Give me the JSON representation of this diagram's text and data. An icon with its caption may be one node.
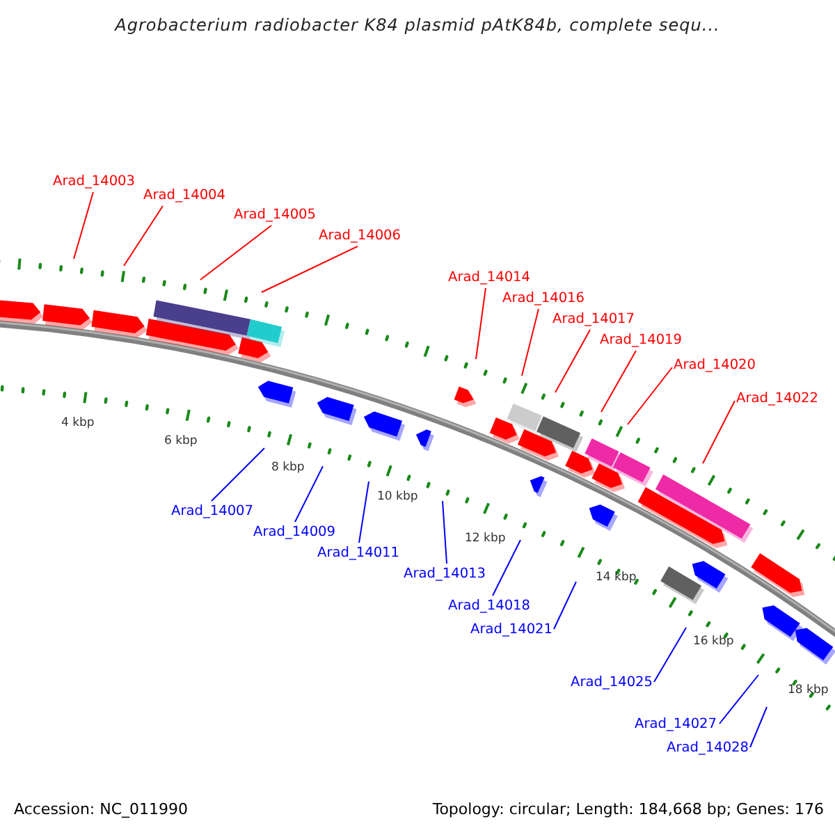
{
  "diagram": {
    "title": "Agrobacterium radiobacter K84 plasmid pAtK84b, complete sequ...",
    "nodes": [
      {
        "text": [
          "Arad_14003"
        ]
      },
      {
        "text": [
          "Arad_14004"
        ]
      },
      {
        "text": [
          "Arad_14005"
        ]
      },
      {
        "text": [
          "Arad_14006"
        ]
      },
      {
        "text": [
          "Arad_14014"
        ]
      },
      {
        "text": [
          "Arad_14016"
        ]
      },
      {
        "text": [
          "Arad_14017"
        ]
      },
      {
        "text": [
          "Arad_14019"
        ]
      },
      {
        "text": [
          "Arad_14020"
        ]
      },
      {
        "text": [
          "Arad_14022"
        ]
      },
      {
        "text": [
          "Arad_14007"
        ]
      },
      {
        "text": [
          "Arad_14009"
        ]
      },
      {
        "text": [
          "Arad_14011"
        ]
      },
      {
        "text": [
          "Arad_14013"
        ]
      },
      {
        "text": [
          "Arad_14018"
        ]
      },
      {
        "text": [
          "Arad_14021"
        ]
      },
      {
        "text": [
          "Arad_14025"
        ]
      },
      {
        "text": [
          "Arad_14027"
        ]
      },
      {
        "text": [
          "Arad_14028"
        ]
      }
    ],
    "edges": [
      {
        "from": 0,
        "to": null,
        "arrow": "none"
      },
      {
        "from": 1,
        "to": null,
        "arrow": "none"
      },
      {
        "from": 2,
        "to": null,
        "arrow": "none"
      },
      {
        "from": 3,
        "to": null,
        "arrow": "none"
      },
      {
        "from": 4,
        "to": null,
        "arrow": "none"
      },
      {
        "from": 5,
        "to": null,
        "arrow": "none"
      },
      {
        "from": 6,
        "to": null,
        "arrow": "none"
      },
      {
        "from": 7,
        "to": null,
        "arrow": "none"
      },
      {
        "from": 8,
        "to": null,
        "arrow": "none"
      },
      {
        "from": 9,
        "to": null,
        "arrow": "none"
      },
      {
        "from": 10,
        "to": null,
        "arrow": "none",
        "color": "#0000ff"
      },
      {
        "from": 11,
        "to": null,
        "arrow": "none",
        "color": "#0000ff"
      },
      {
        "from": 12,
        "to": null,
        "arrow": "none",
        "color": "#0000ff"
      },
      {
        "from": 13,
        "to": null,
        "arrow": "none",
        "color": "#0000ff"
      },
      {
        "from": 14,
        "to": null,
        "arrow": "none",
        "color": "#0000ff"
      },
      {
        "from": 15,
        "to": null,
        "arrow": "none",
        "color": "#0000ff"
      },
      {
        "from": 16,
        "to": null,
        "arrow": "none",
        "color": "#0000ff"
      },
      {
        "from": 17,
        "to": null,
        "arrow": "none",
        "color": "#0000ff"
      },
      {
        "from": 18,
        "to": null,
        "arrow": "none",
        "color": "#0000ff"
      }
    ],
    "labels": [
      "4 kbp",
      "6 kbp",
      "8 kbp",
      "10 kbp",
      "12 kbp",
      "14 kbp",
      "16 kbp",
      "18 kbp",
      "Accession: NC_011990",
      "Topology: circular; Length: 184,668 bp; Genes: 176"
    ]
  }
}
